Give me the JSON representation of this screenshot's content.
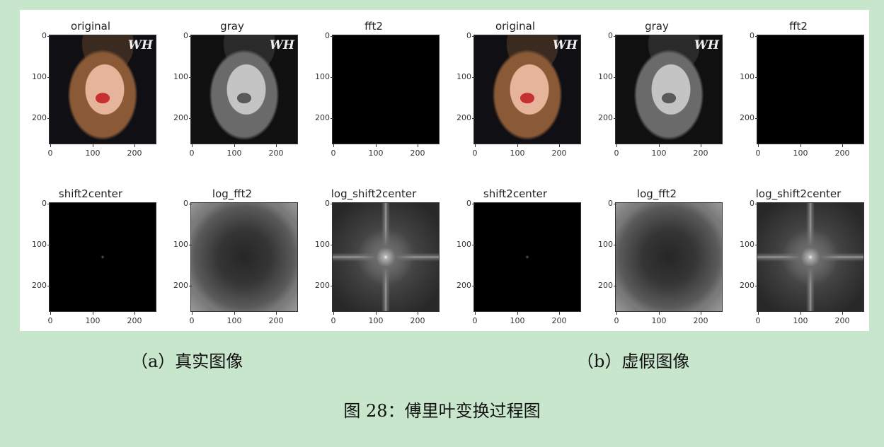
{
  "panels": [
    {
      "id": "a",
      "subplots": [
        {
          "title": "original",
          "image": "photo-color"
        },
        {
          "title": "gray",
          "image": "photo-gray"
        },
        {
          "title": "fft2",
          "image": "black"
        },
        {
          "title": "shift2center",
          "image": "black-center-dot"
        },
        {
          "title": "log_fft2",
          "image": "log-fft-gray"
        },
        {
          "title": "log_shift2center",
          "image": "log-shift-gray"
        }
      ]
    },
    {
      "id": "b",
      "subplots": [
        {
          "title": "original",
          "image": "photo-color"
        },
        {
          "title": "gray",
          "image": "photo-gray"
        },
        {
          "title": "fft2",
          "image": "black"
        },
        {
          "title": "shift2center",
          "image": "black-center-dot"
        },
        {
          "title": "log_fft2",
          "image": "log-fft-gray"
        },
        {
          "title": "log_shift2center",
          "image": "log-shift-gray"
        }
      ]
    }
  ],
  "axis_ticks": {
    "y": [
      "0",
      "100",
      "200"
    ],
    "x": [
      "0",
      "100",
      "200"
    ]
  },
  "photo_watermark": "WH",
  "captions": {
    "sub_a": "（a）真实图像",
    "sub_b": "（b）虚假图像",
    "figure": "图 28：傅里叶变换过程图"
  }
}
